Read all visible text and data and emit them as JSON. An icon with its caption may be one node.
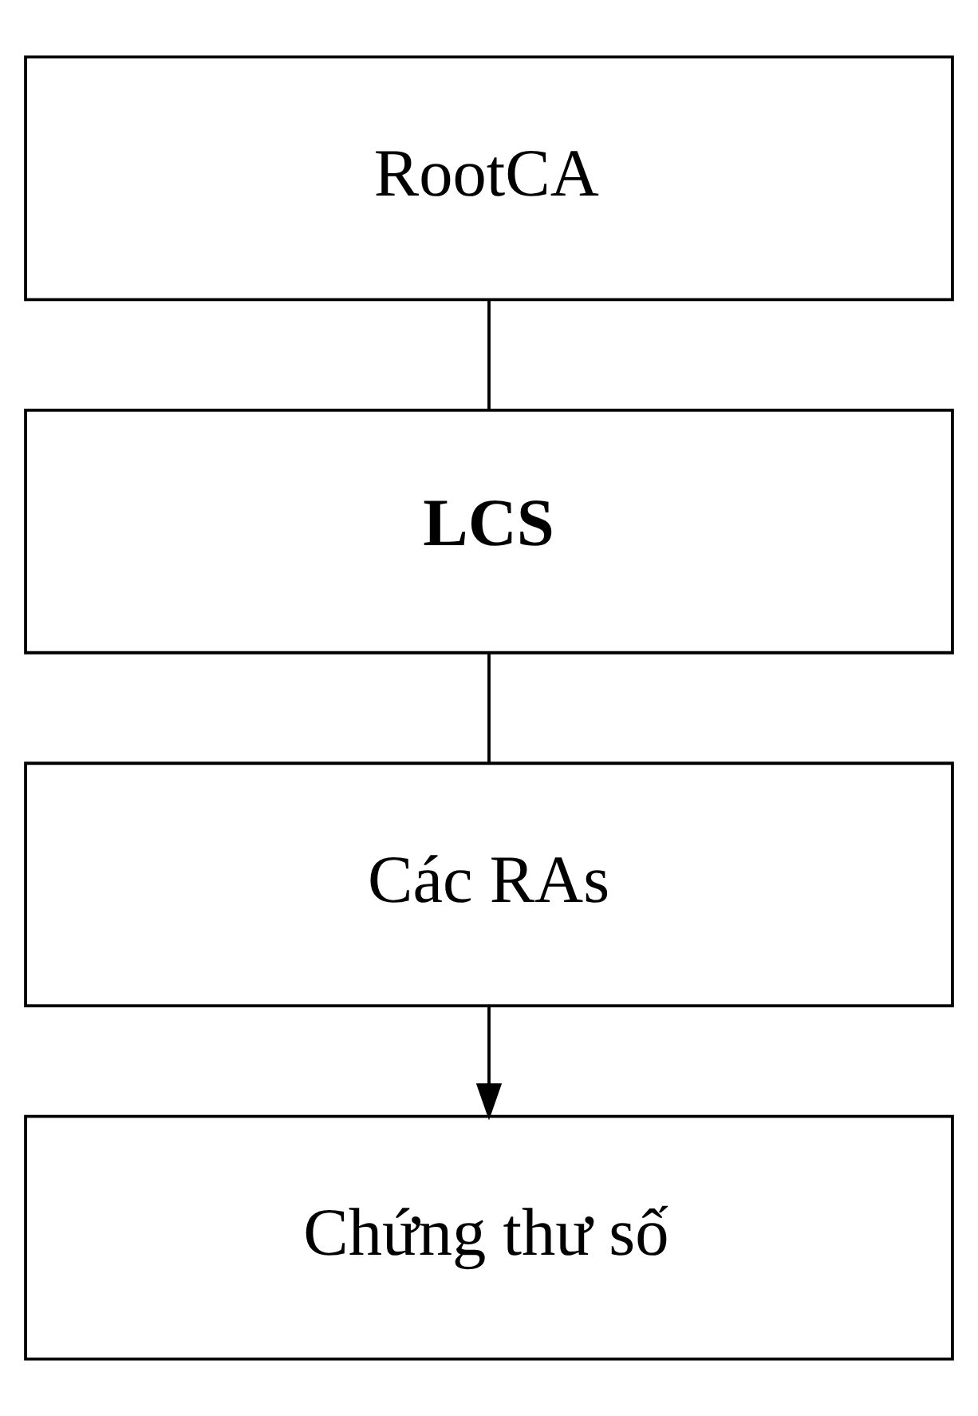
{
  "diagram": {
    "nodes": [
      {
        "text": [
          "RootCA"
        ]
      },
      {
        "text": [
          "LCS"
        ]
      },
      {
        "text": [
          "Các RAs"
        ]
      },
      {
        "text": [
          "Chứng thư số"
        ]
      }
    ],
    "edges": [
      {
        "from": 0,
        "to": 1,
        "arrow": "none"
      },
      {
        "from": 1,
        "to": 2,
        "arrow": "none"
      },
      {
        "from": 2,
        "to": 3,
        "arrow": "to"
      }
    ]
  }
}
